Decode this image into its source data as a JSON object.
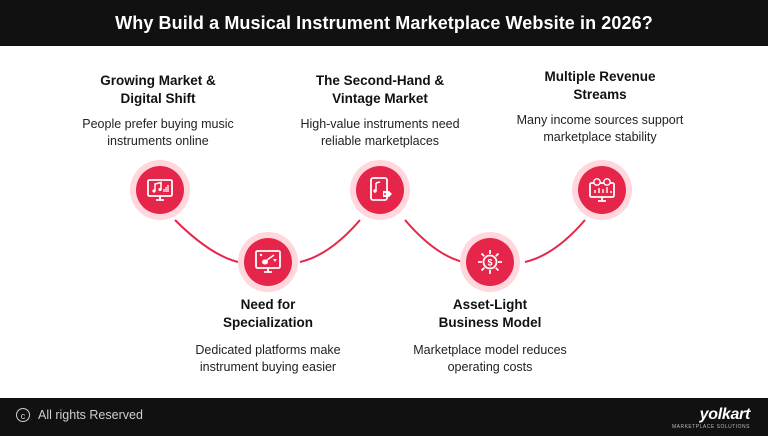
{
  "header": {
    "title": "Why Build a Musical Instrument Marketplace Website in 2026?"
  },
  "colors": {
    "accent": "#e5254a",
    "accent_light": "#ffd7dc",
    "bar": "#111111"
  },
  "items": [
    {
      "title": "Growing Market & Digital Shift",
      "desc": "People prefer buying music instruments online",
      "icon": "monitor-music-icon"
    },
    {
      "title": "Need for Specialization",
      "desc": "Dedicated platforms make instrument buying easier",
      "icon": "screen-guitar-icon"
    },
    {
      "title": "The Second-Hand & Vintage Market",
      "desc": "High-value instruments need reliable marketplaces",
      "icon": "tablet-price-icon"
    },
    {
      "title": "Asset-Light Business Model",
      "desc": "Marketplace model reduces operating costs",
      "icon": "gear-dollar-icon"
    },
    {
      "title": "Multiple Revenue Streams",
      "desc": "Many income sources support marketplace stability",
      "icon": "revenue-monitor-icon"
    }
  ],
  "footer": {
    "copyright": "All rights Reserved",
    "brand": "yolkart",
    "brand_tagline": "MARKETPLACE SOLUTIONS"
  }
}
